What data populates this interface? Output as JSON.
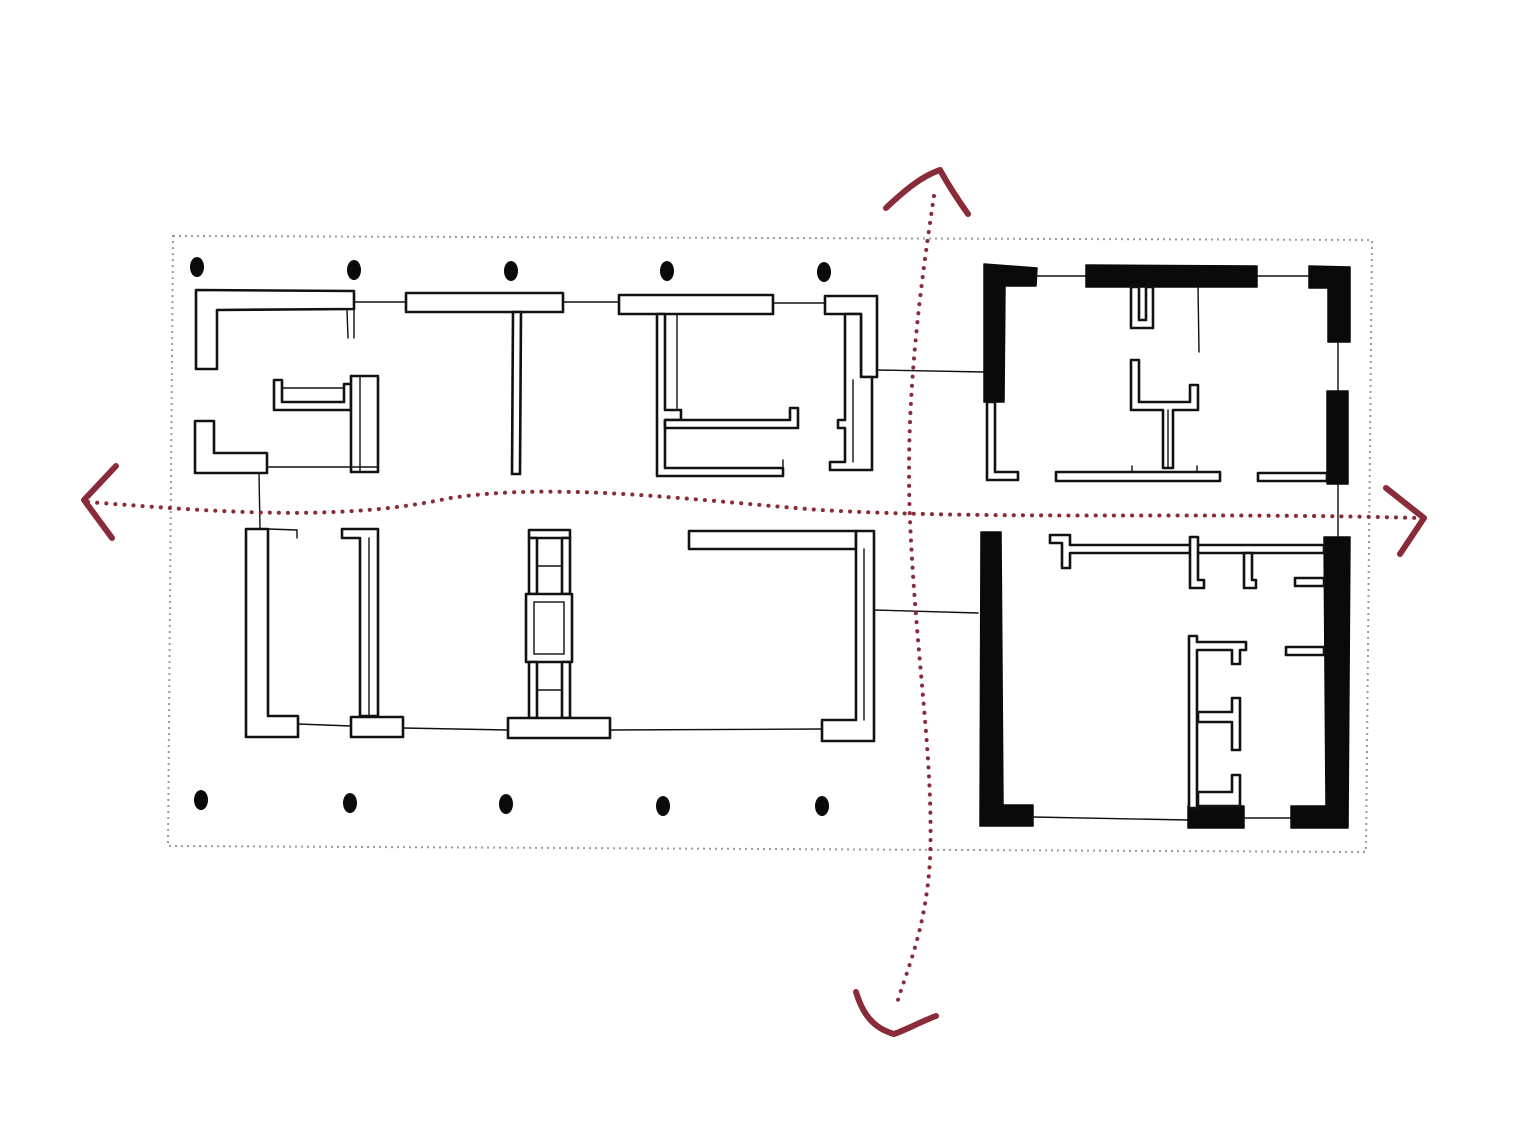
{
  "diagram": {
    "kind": "hand-sketched architectural floor plan with axis arrows",
    "text": [],
    "colors": {
      "ink": "#111111",
      "solid_wall": "#0a0a0a",
      "axis_arrow": "#8a2b3a",
      "site_boundary": "#9a9a9a",
      "background": "#ffffff"
    },
    "elements": {
      "site_boundary": "dotted-rectangle",
      "column_markers": 10,
      "wings": [
        "west-wing-outlined-walls",
        "east-wing-solid-walls"
      ],
      "axes": [
        "horizontal-dotted-axis-arrow",
        "vertical-dotted-axis-arrow"
      ]
    }
  }
}
